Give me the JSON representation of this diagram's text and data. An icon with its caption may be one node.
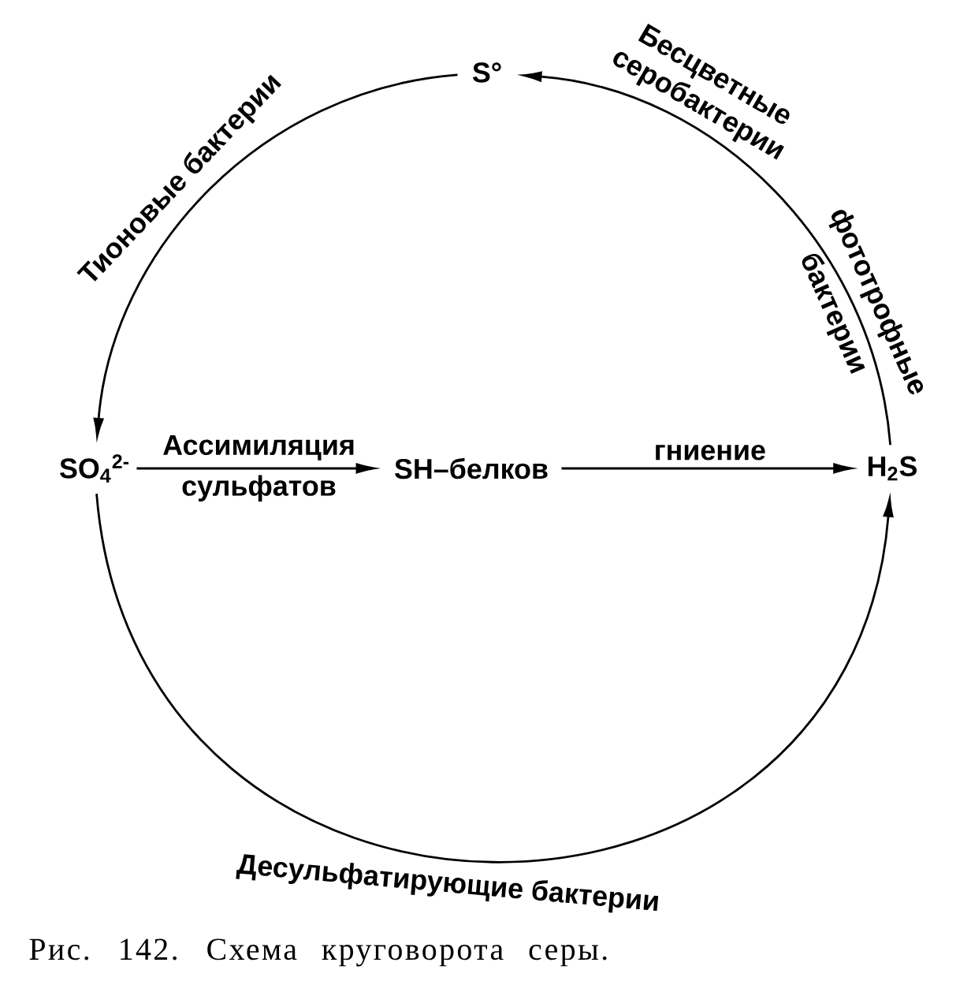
{
  "diagram": {
    "nodes": [
      {
        "text": [
          "S°"
        ]
      },
      {
        "text": [
          "SO$_{4}$$^{2-}$"
        ]
      },
      {
        "text": [
          "SH–белков"
        ]
      },
      {
        "text": [
          "H$_{2}$S"
        ]
      }
    ],
    "edges": [
      {
        "from": 0,
        "to": 1,
        "arrow": "to",
        "label": "Тионовые бактерии"
      },
      {
        "from": 3,
        "to": 0,
        "arrow": "to",
        "label": "Бесцветные серобактерии"
      },
      {
        "from": 1,
        "to": 2,
        "arrow": "to",
        "label": "Ассимиляция сульфатов"
      },
      {
        "from": 2,
        "to": 3,
        "arrow": "to",
        "label": "гниение"
      },
      {
        "from": 1,
        "to": 3,
        "arrow": "to",
        "label": "Десульфатирующие бактерии"
      }
    ],
    "labels": [
      "фототрофные бактерии"
    ],
    "caption": "Рис. 142. Схема круговорота серы."
  }
}
